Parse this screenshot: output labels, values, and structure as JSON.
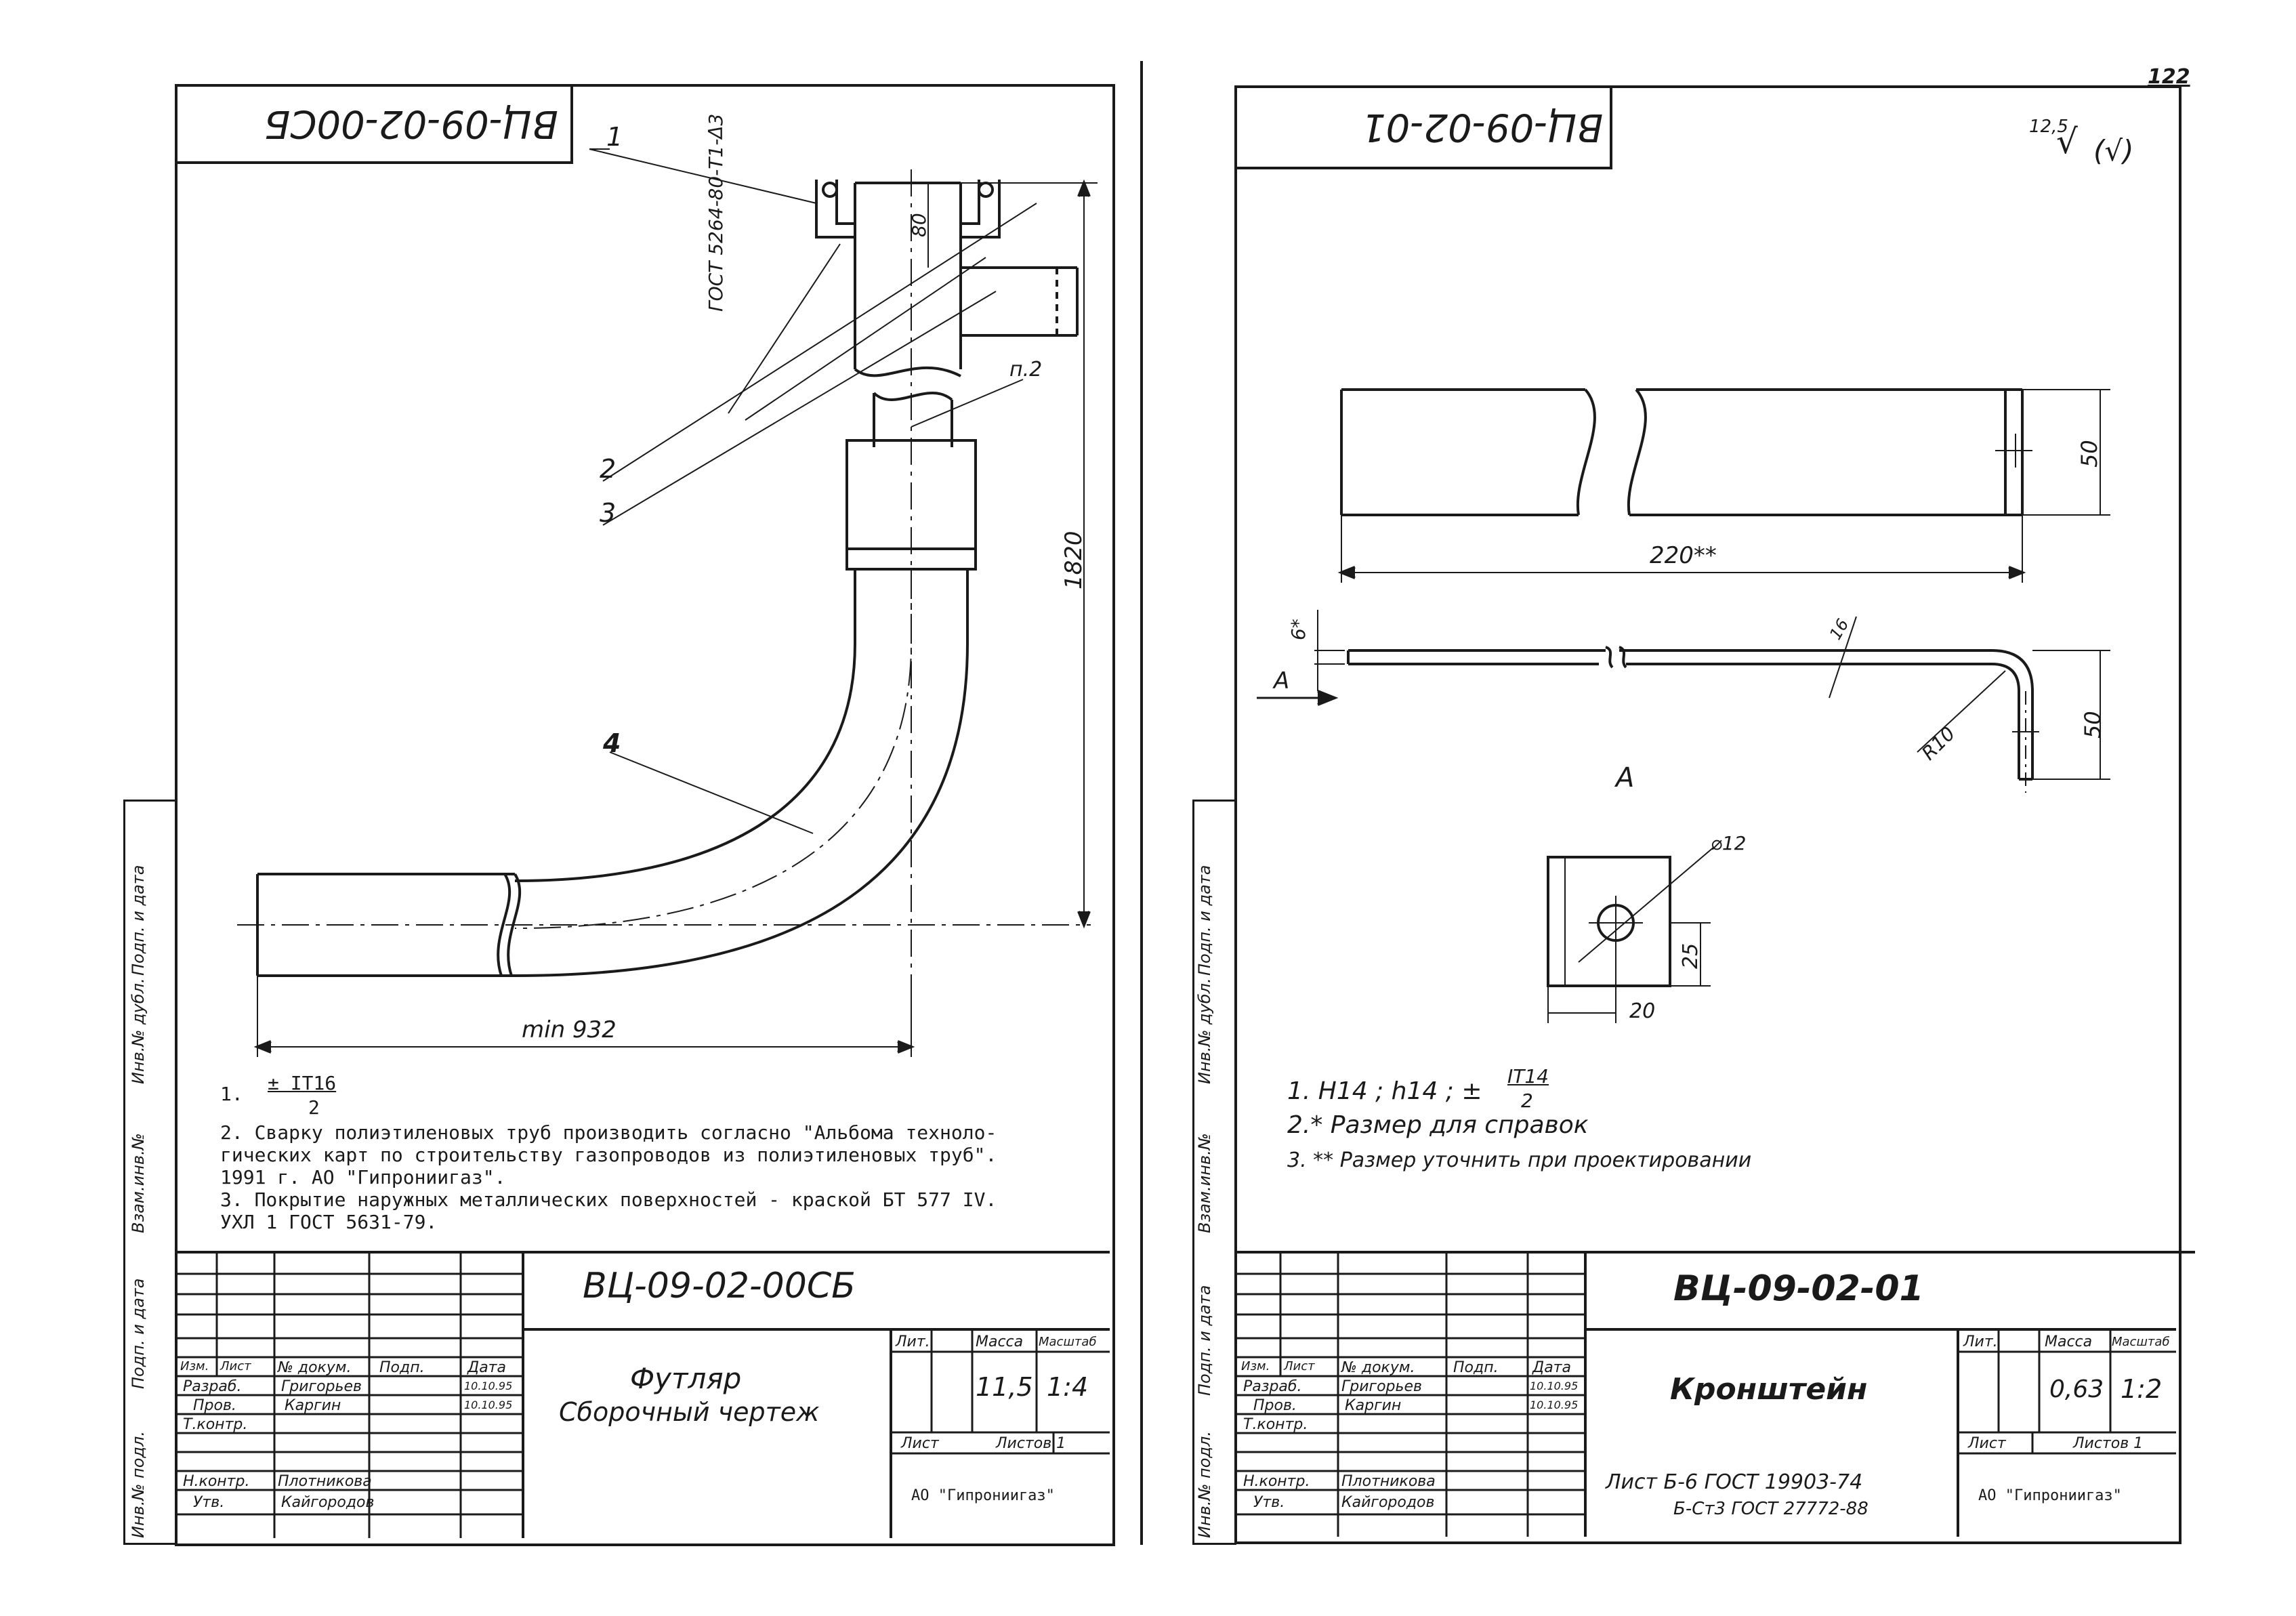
{
  "page_number": "122",
  "left_sheet": {
    "code_rotated": "ВЦ-09-02-00СБ",
    "gost_callout": "ГОСТ 5264-80-Т1-Δ3",
    "dim_80": "80",
    "dim_1820": "1820",
    "dim_min932": "min 932",
    "callouts": [
      "1",
      "2",
      "3",
      "4",
      "п.2"
    ],
    "notes": {
      "n1_prefix": "1.",
      "n1_frac_num": "± IT16",
      "n1_frac_den": "2",
      "lines": [
        "2. Сварку полиэтиленовых труб производить согласно \"Альбома техноло-",
        "гических карт по строительству газопроводов из полиэтиленовых труб\".",
        "1991 г. АО \"Гипрониигаз\".",
        "3. Покрытие наружных металлических поверхностей - краской БТ 577 IV.",
        "УХЛ 1 ГОСТ 5631-79."
      ]
    },
    "title_block": {
      "designation": "ВЦ-09-02-00СБ",
      "name_line1": "Футляр",
      "name_line2": "Сборочный чертеж",
      "hdr_izm": "Изм.",
      "hdr_list": "Лист",
      "hdr_ndok": "№ докум.",
      "hdr_podp": "Подп.",
      "hdr_data": "Дата",
      "row_razrab": "Разраб.",
      "razrab_name": "Григорьев",
      "razrab_date": "10.10.95",
      "row_prov": "Пров.",
      "prov_name": "Каргин",
      "prov_date": "10.10.95",
      "row_tkontr": "Т.контр.",
      "row_nkontr": "Н.контр.",
      "nkontr_name": "Плотникова",
      "row_utv": "Утв.",
      "utv_name": "Кайгородов",
      "hdr_lit": "Лит.",
      "hdr_massa": "Масса",
      "hdr_masshtab": "Масштаб",
      "massa": "11,5",
      "masshtab": "1:4",
      "list": "Лист",
      "listov": "Листов 1",
      "org": "АО \"Гипрониигаз\""
    },
    "side_labels": [
      "Инв.№ подл.",
      "Подп. и дата",
      "Взам.инв.№",
      "Инв.№ дубл.",
      "Подп. и дата"
    ]
  },
  "right_sheet": {
    "code_rotated": "ВЦ-09-02-01",
    "roughness": "12,5",
    "roughness_paren": "(√)",
    "dim_220": "220**",
    "dim_50a": "50",
    "dim_6": "6*",
    "dim_16": "16",
    "dim_R10": "R10",
    "dim_50b": "50",
    "view_label": "A",
    "view_arrow_label": "A",
    "dim_d12": "⌀12",
    "dim_25": "25",
    "dim_20": "20",
    "notes": {
      "n1_prefix": "1.  H14 ; h14 ; ±",
      "n1_frac_num": "IT14",
      "n1_frac_den": "2",
      "n2": "2.* Размер для справок",
      "n3": "3. ** Размер уточнить при проектировании"
    },
    "title_block": {
      "designation": "ВЦ-09-02-01",
      "name": "Кронштейн",
      "hdr_izm": "Изм.",
      "hdr_list": "Лист",
      "hdr_ndok": "№ докум.",
      "hdr_podp": "Подп.",
      "hdr_data": "Дата",
      "row_razrab": "Разраб.",
      "razrab_name": "Григорьев",
      "razrab_date": "10.10.95",
      "row_prov": "Пров.",
      "prov_name": "Каргин",
      "prov_date": "10.10.95",
      "row_tkontr": "Т.контр.",
      "row_nkontr": "Н.контр.",
      "nkontr_name": "Плотникова",
      "row_utv": "Утв.",
      "utv_name": "Кайгородов",
      "hdr_lit": "Лит.",
      "hdr_massa": "Масса",
      "hdr_masshtab": "Масштаб",
      "massa": "0,63",
      "masshtab": "1:2",
      "list": "Лист",
      "listov": "Листов 1",
      "material_line1": "Лист Б-6 ГОСТ 19903-74",
      "material_line2": "Б-Ст3 ГОСТ 27772-88",
      "org": "АО \"Гипрониигаз\""
    },
    "side_labels": [
      "Инв.№ подл.",
      "Подп. и дата",
      "Взам.инв.№",
      "Инв.№ дубл.",
      "Подп. и дата"
    ]
  }
}
